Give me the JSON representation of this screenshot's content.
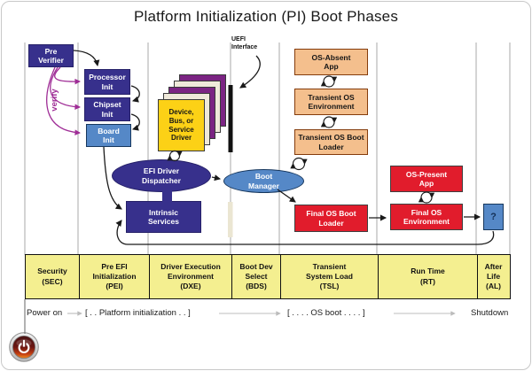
{
  "title": "Platform Initialization (PI) Boot Phases",
  "nodes": {
    "pre_verifier": "Pre\nVerifier",
    "processor_init": "Processor\nInit",
    "chipset_init": "Chipset\nInit",
    "board_init": "Board\nInit",
    "verify": "verify",
    "device_driver": "Device,\nBus, or\nService\nDriver",
    "uefi_interface": "UEFI\nInterface",
    "dispatcher": "EFI Driver\nDispatcher",
    "intrinsic": "Intrinsic\nServices",
    "boot_manager": "Boot\nManager",
    "os_absent": "OS-Absent\nApp",
    "transient_env": "Transient OS\nEnvironment",
    "transient_loader": "Transient OS Boot\nLoader",
    "final_loader": "Final OS Boot\nLoader",
    "os_present": "OS-Present\nApp",
    "final_env": "Final OS\nEnvironment",
    "question": "?"
  },
  "phases": [
    "Security\n(SEC)",
    "Pre EFI\nInitialization\n(PEI)",
    "Driver Execution\nEnvironment\n(DXE)",
    "Boot Dev\nSelect\n(BDS)",
    "Transient\nSystem Load\n(TSL)",
    "Run Time\n(RT)",
    "After\nLife\n(AL)"
  ],
  "timeline": {
    "power_on": "Power on",
    "platform_init": "[ . . Platform initialization . . ]",
    "os_boot": "[ . . . . OS boot . . . . ]",
    "shutdown": "Shutdown"
  },
  "icons": {
    "power_button": "power-icon"
  },
  "colors": {
    "indigo": "#37308c",
    "blue": "#5588c7",
    "card_yellow": "#fcd116",
    "card_purple": "#7b2483",
    "card_ivory": "#efe9da",
    "orange": "#f4bf8d",
    "red": "#e11c2c",
    "band_yellow": "#f4ef90",
    "verify_magenta": "#9f2d96"
  }
}
